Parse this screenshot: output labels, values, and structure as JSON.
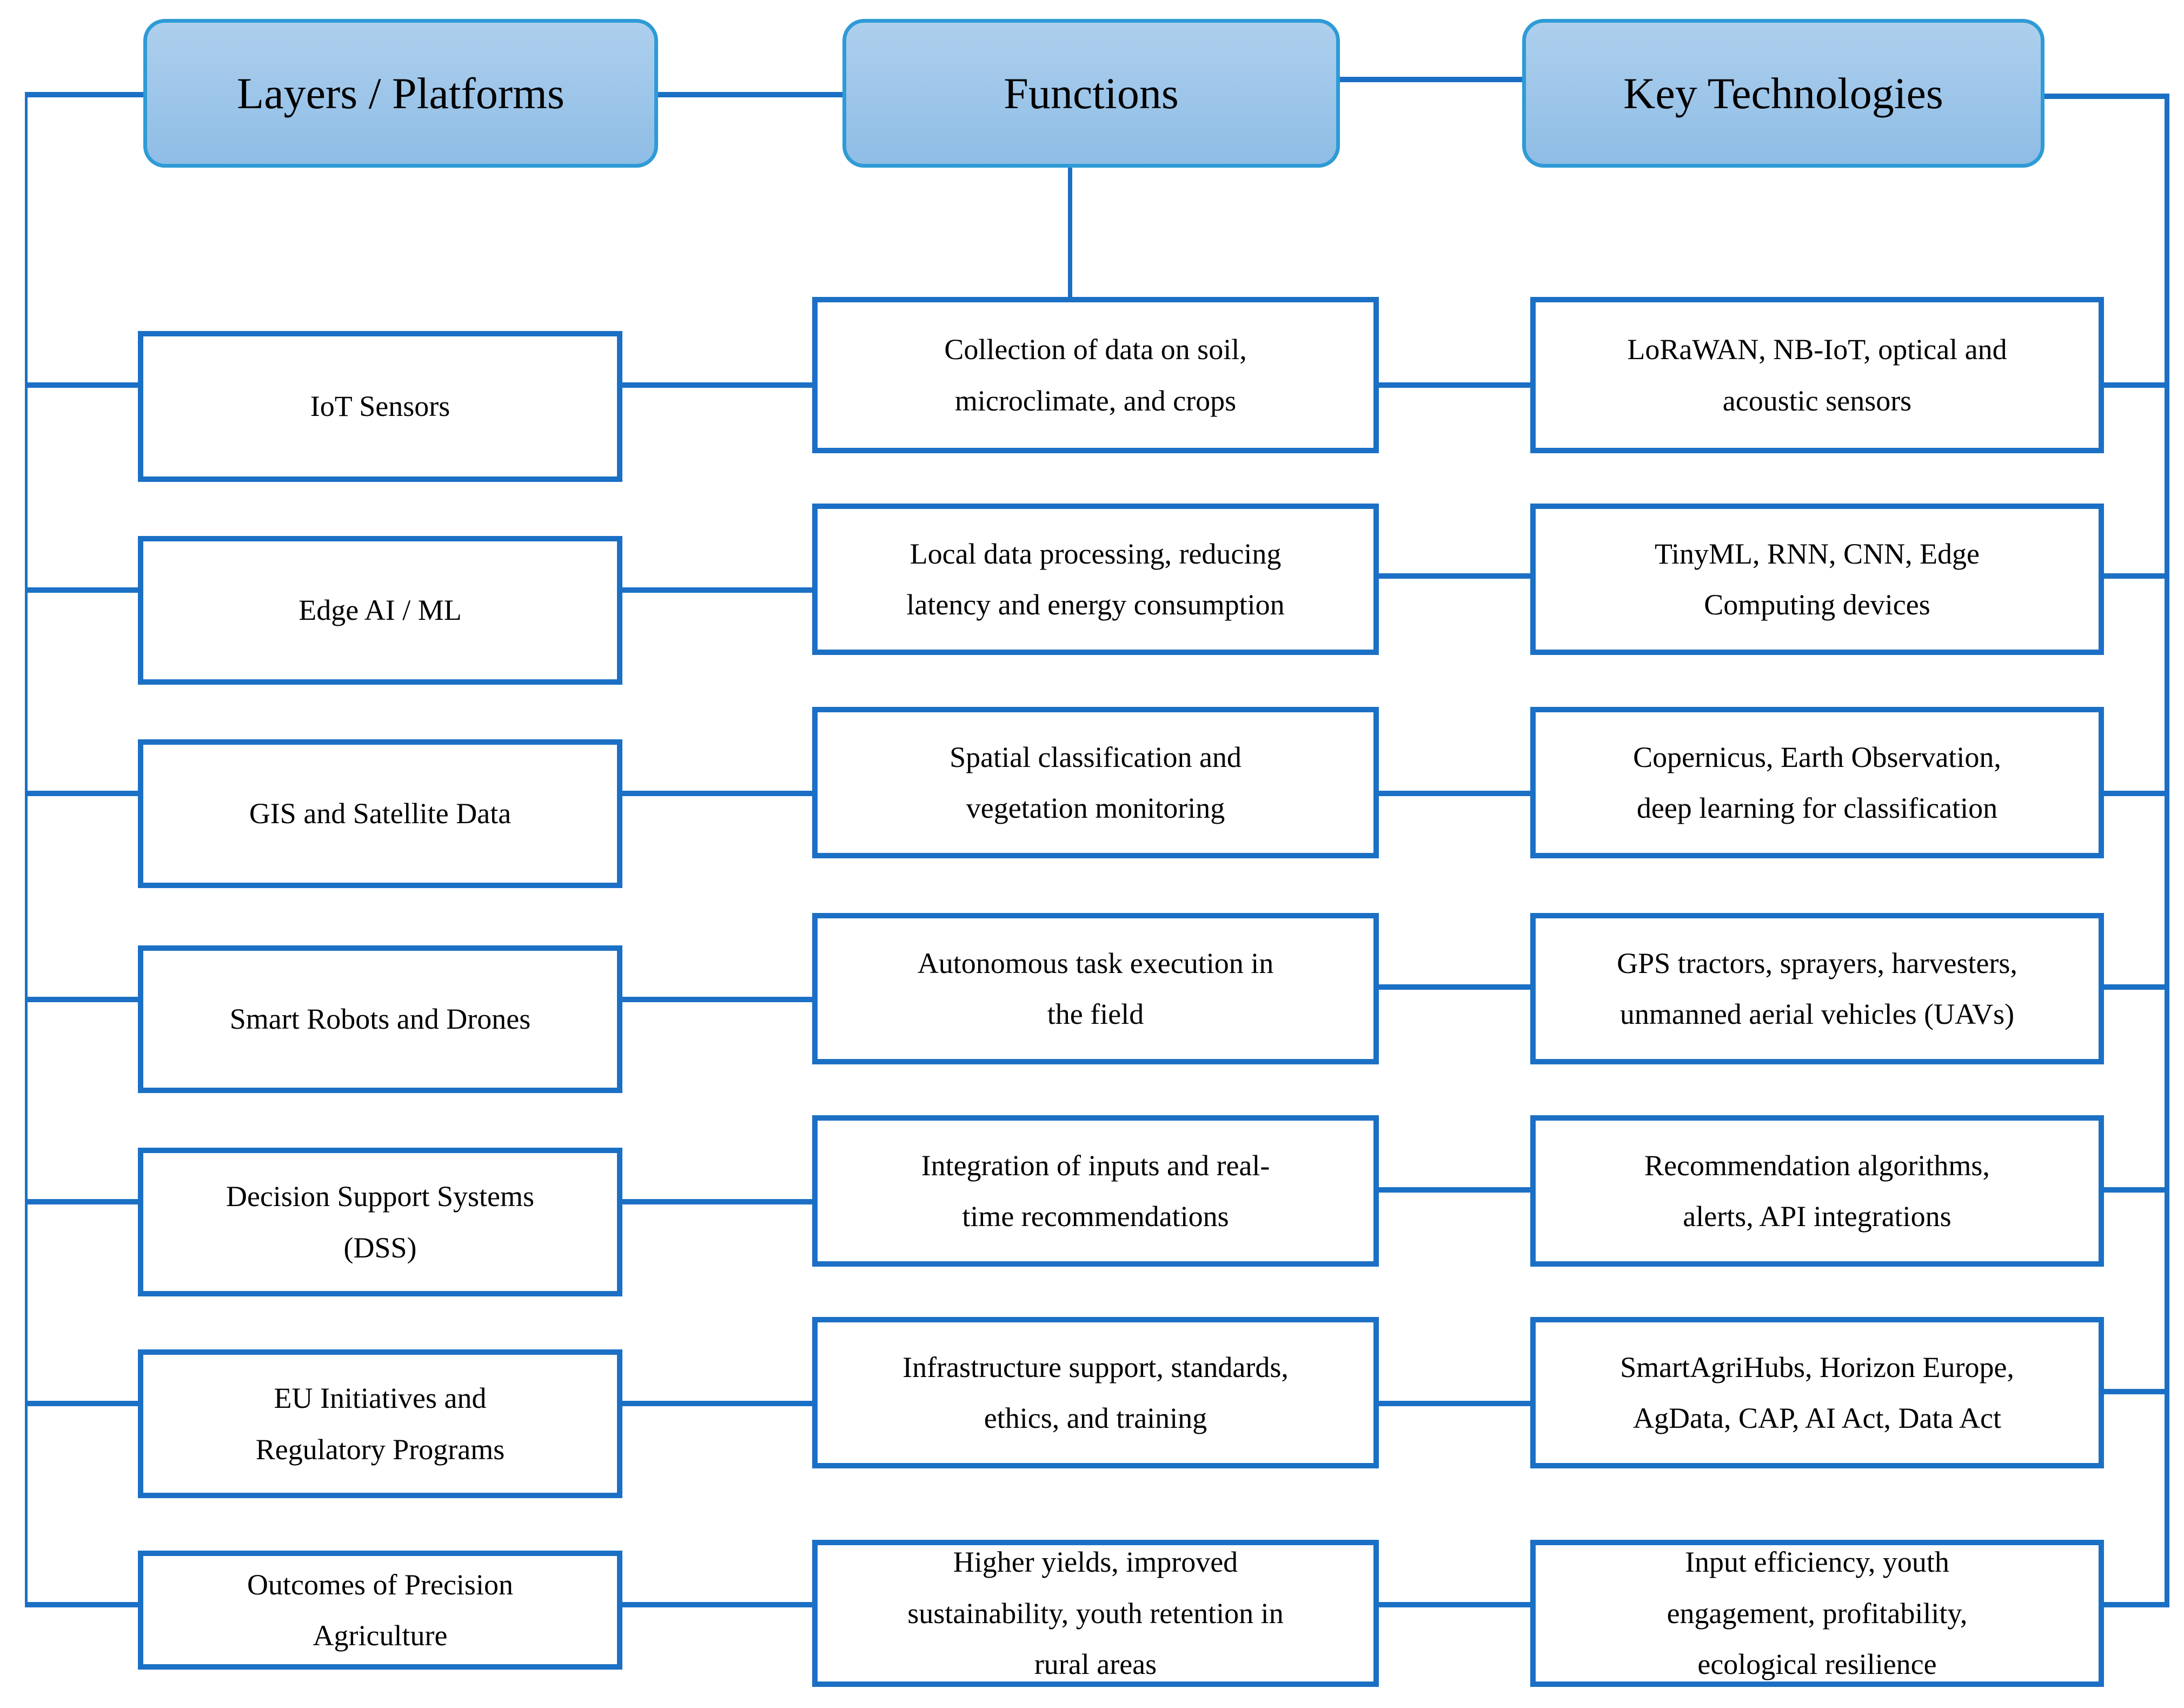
{
  "figure": {
    "description": "Three-column flow diagram linking precision-agriculture layers/platforms to their functions and key technologies"
  },
  "headers": {
    "platforms": "Layers / Platforms",
    "functions": "Functions",
    "technologies": "Key Technologies"
  },
  "rows": [
    {
      "platform": [
        "IoT Sensors"
      ],
      "function": [
        "Collection of data on soil,",
        "microclimate, and crops"
      ],
      "technology": [
        "LoRaWAN, NB-IoT, optical and",
        "acoustic sensors"
      ]
    },
    {
      "platform": [
        "Edge AI / ML"
      ],
      "function": [
        "Local data processing, reducing",
        "latency and energy consumption"
      ],
      "technology": [
        "TinyML, RNN, CNN, Edge",
        "Computing devices"
      ]
    },
    {
      "platform": [
        "GIS and Satellite Data"
      ],
      "function": [
        "Spatial classification and",
        "vegetation monitoring"
      ],
      "technology": [
        "Copernicus, Earth Observation,",
        "deep learning for classification"
      ]
    },
    {
      "platform": [
        "Smart Robots and Drones"
      ],
      "function": [
        "Autonomous task execution in",
        "the field"
      ],
      "technology": [
        "GPS tractors, sprayers, harvesters,",
        "unmanned aerial vehicles (UAVs)"
      ]
    },
    {
      "platform": [
        "Decision Support Systems",
        "(DSS)"
      ],
      "function": [
        "Integration of inputs and real-",
        "time recommendations"
      ],
      "technology": [
        "Recommendation algorithms,",
        "alerts, API integrations"
      ]
    },
    {
      "platform": [
        "EU Initiatives and",
        "Regulatory Programs"
      ],
      "function": [
        "Infrastructure support, standards,",
        "ethics, and training"
      ],
      "technology": [
        "SmartAgriHubs, Horizon Europe,",
        "AgData, CAP, AI Act, Data Act"
      ]
    },
    {
      "platform": [
        "Outcomes of Precision",
        "Agriculture"
      ],
      "function": [
        "Higher yields, improved",
        "sustainability, youth retention in",
        "rural areas"
      ],
      "technology": [
        "Input efficiency, youth",
        "engagement, profitability,",
        "ecological resilience"
      ]
    }
  ],
  "colors": {
    "connector_blue": "#1B70C5",
    "box_border_blue": "#1B70C5",
    "header_border_blue": "#2E9BD6",
    "header_fill_top": "#AECFED",
    "header_fill_bottom": "#8FBDE5",
    "text": "#000000",
    "background": "#FFFFFF"
  }
}
